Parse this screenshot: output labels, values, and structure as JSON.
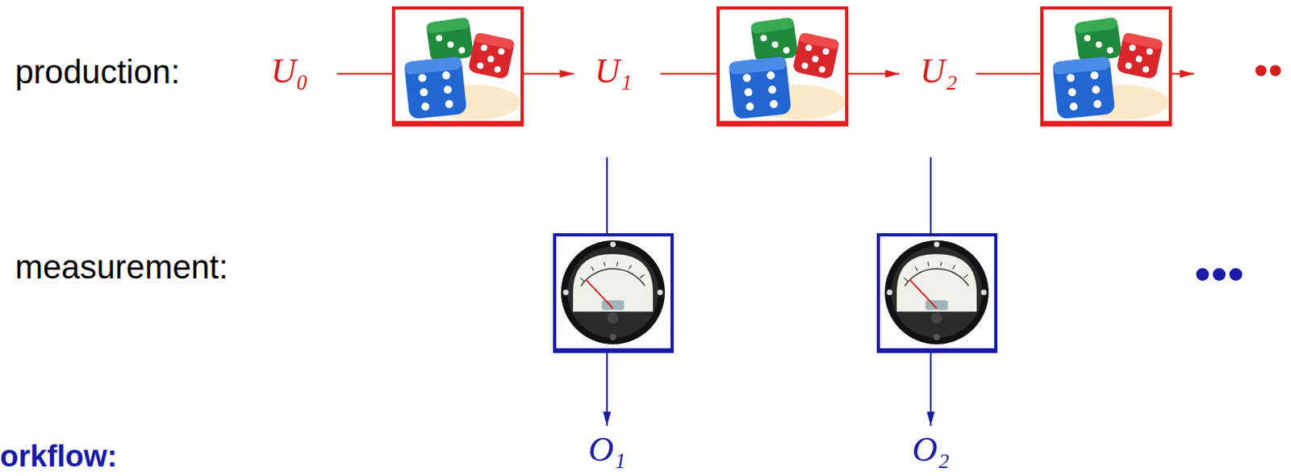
{
  "diagram": {
    "nodes": [
      {
        "text": [
          "U₀"
        ]
      },
      {
        "text": [
          "U₁"
        ]
      },
      {
        "text": [
          "U₂"
        ]
      },
      {
        "text": [
          "O₁"
        ]
      },
      {
        "text": [
          "O₂"
        ]
      }
    ],
    "edges": [
      {
        "from": 0,
        "to": 1,
        "arrow": "to"
      },
      {
        "from": 1,
        "to": 2,
        "arrow": "to"
      },
      {
        "from": 1,
        "to": 3,
        "arrow": "to"
      },
      {
        "from": 2,
        "to": 4,
        "arrow": "to"
      }
    ],
    "labels": [
      "production:",
      "measurement:",
      "••",
      "•••",
      "orkflow:"
    ]
  }
}
